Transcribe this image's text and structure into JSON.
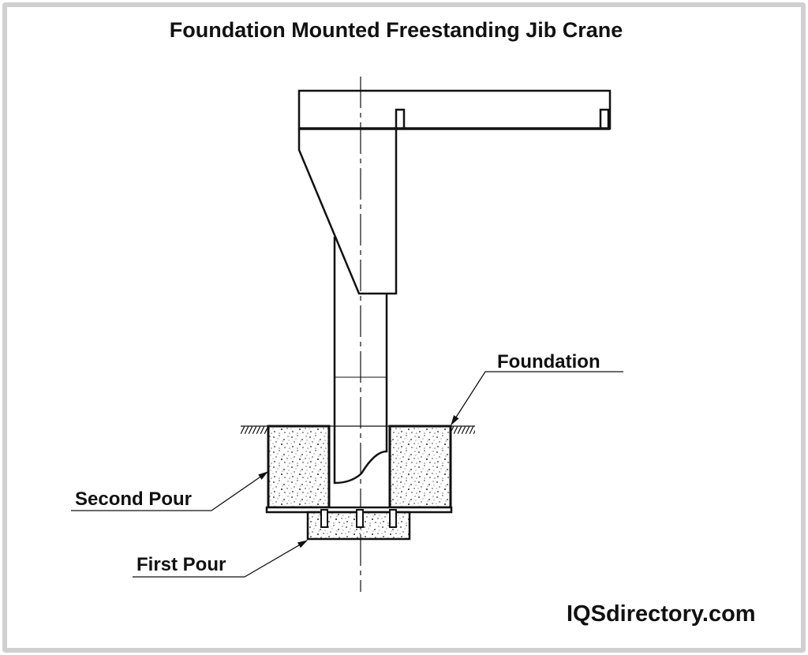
{
  "title": "Foundation Mounted Freestanding Jib Crane",
  "labels": {
    "foundation": "Foundation",
    "second_pour": "Second Pour",
    "first_pour": "First Pour"
  },
  "watermark": "IQSdirectory.com",
  "colors": {
    "line": "#111111",
    "frame": "#d0d0d0"
  }
}
